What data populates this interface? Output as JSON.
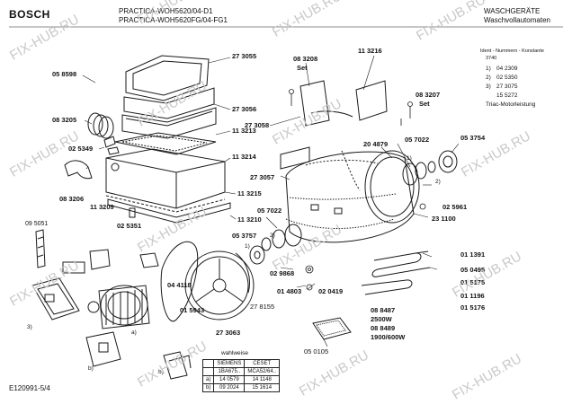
{
  "header": {
    "brand": "BOSCH",
    "model_line1": "PRACTICA-WOH5620/04-D1",
    "model_line2": "PRACTICA-WOH5620FG/04-FG1",
    "category_line1": "WASCHGERÄTE",
    "category_line2": "Waschvollautomaten"
  },
  "ident": {
    "label": "Ident - Nummern - Konstante",
    "value": "3740",
    "entries": [
      {
        "index": "1)",
        "number": "04 2309"
      },
      {
        "index": "2)",
        "number": "02 5350"
      },
      {
        "index": "3)",
        "number": "27 3075"
      },
      {
        "index": "",
        "number": "15 5272"
      }
    ],
    "note": "Triac-Motorleistung"
  },
  "parts": {
    "p273055": "27 3055",
    "p273056": "27 3056",
    "p058598": "05 8598",
    "p083205": "08 3205",
    "p113213": "11 3213",
    "p025349": "02 5349",
    "p113214": "11 3214",
    "p083206": "08 3206",
    "p113209": "11 3209",
    "p113215": "11 3215",
    "p025351": "02 5351",
    "p113210": "11 3210",
    "p095051": "09 5051",
    "p083208": "08 3208",
    "set1": "Set",
    "p113216": "11 3216",
    "p083207": "08 3207",
    "set2": "Set",
    "p273058": "27 3058",
    "p204879": "20 4879",
    "p057022a": "05 7022",
    "p053754": "05 3754",
    "p273057": "27 3057",
    "p057022b": "05 7022",
    "p025961": "02 5961",
    "p231100": "23 1100",
    "p053757": "05 3757",
    "p029868": "02 9868",
    "p014803": "01 4803",
    "p020419": "02 0419",
    "p041118": "04 4118",
    "p015943": "01 5943",
    "p278155": "27 8155",
    "p273063": "27 3063",
    "p011391": "01 1391",
    "p050495": "05 0495",
    "p015175": "01 5175",
    "p011196": "01 1196",
    "p015176": "01 5176",
    "p088487": "08 8487",
    "w2500": "2500W",
    "p088489": "08 8489",
    "w1900": "1900/600W",
    "p050105": "05 0105",
    "c1": "1)",
    "c2": "2)",
    "c1b": "1)",
    "c2b": "2)",
    "a1": "a)",
    "b1": "b)",
    "b2": "b)",
    "n3": "3)"
  },
  "choice_table": {
    "caption": "wahlweise",
    "headers": [
      "",
      "SIEMENS",
      "CESET"
    ],
    "subheaders": [
      "",
      "1BA675..",
      "MCA52/64.."
    ],
    "rows": [
      [
        "a)",
        "14 0579",
        "14 1148"
      ],
      [
        "b)",
        "09 2024",
        "15 1614"
      ]
    ]
  },
  "footer": {
    "code": "E120991-5/4"
  },
  "watermark": {
    "text": "FIX-HUB.RU"
  },
  "colors": {
    "ink": "#111111",
    "watermark": "#c9c9c9"
  }
}
